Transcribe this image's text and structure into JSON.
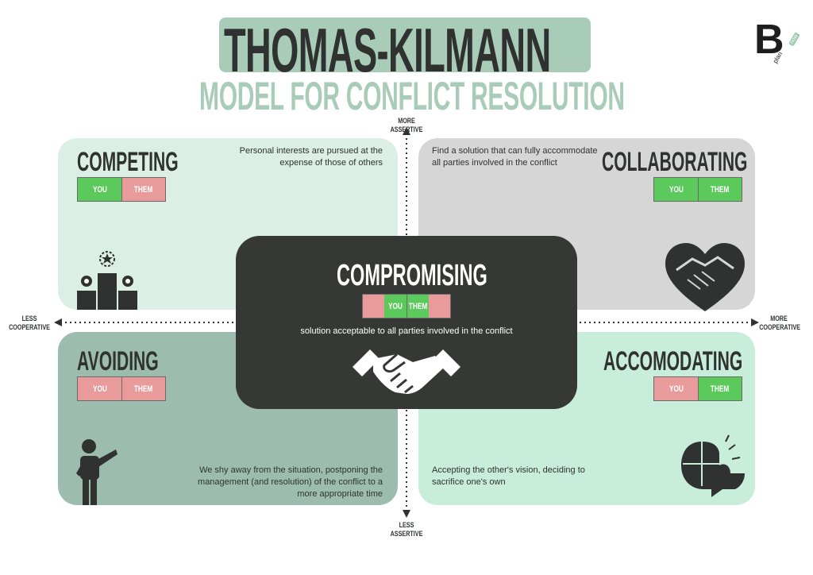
{
  "header": {
    "title": "THOMAS-KILMANN",
    "subtitle": "MODEL FOR CONFLICT RESOLUTION"
  },
  "logo": {
    "letter": "B",
    "small_text": "plan",
    "badge": "now"
  },
  "axes": {
    "top": "MORE\nASSERTIVE",
    "bottom": "LESS\nASSERTIVE",
    "left": "LESS\nCOOPERATIVE",
    "right": "MORE\nCOOPERATIVE"
  },
  "legend_labels": {
    "you": "YOU",
    "them": "THEM"
  },
  "quadrants": {
    "competing": {
      "title": "COMPETING",
      "description": "Personal interests are pursued at the expense of those of others",
      "you_color": "green",
      "them_color": "red",
      "icon": "podium-star-icon"
    },
    "collaborating": {
      "title": "COLLABORATING",
      "description": "Find a solution that can fully accommodate all parties involved in the conflict",
      "you_color": "green",
      "them_color": "green",
      "icon": "heart-handshake-icon"
    },
    "avoiding": {
      "title": "AVOIDING",
      "description": "We shy away from the situation, postponing the management (and resolution) of the conflict to a more appropriate time",
      "you_color": "red",
      "them_color": "red",
      "icon": "person-turning-away-icon"
    },
    "accomodating": {
      "title": "ACCOMODATING",
      "description": "Accepting the other's vision, deciding to sacrifice one's own",
      "you_color": "red",
      "them_color": "green",
      "icon": "puzzle-head-icon"
    }
  },
  "center": {
    "title": "COMPROMISING",
    "description": "solution acceptable to all parties involved in the conflict",
    "icon": "handshake-icon"
  },
  "colors": {
    "dark": "#2f3230",
    "mint": "#a8ccb8",
    "green": "#5cc95c",
    "red": "#e99a9a"
  }
}
